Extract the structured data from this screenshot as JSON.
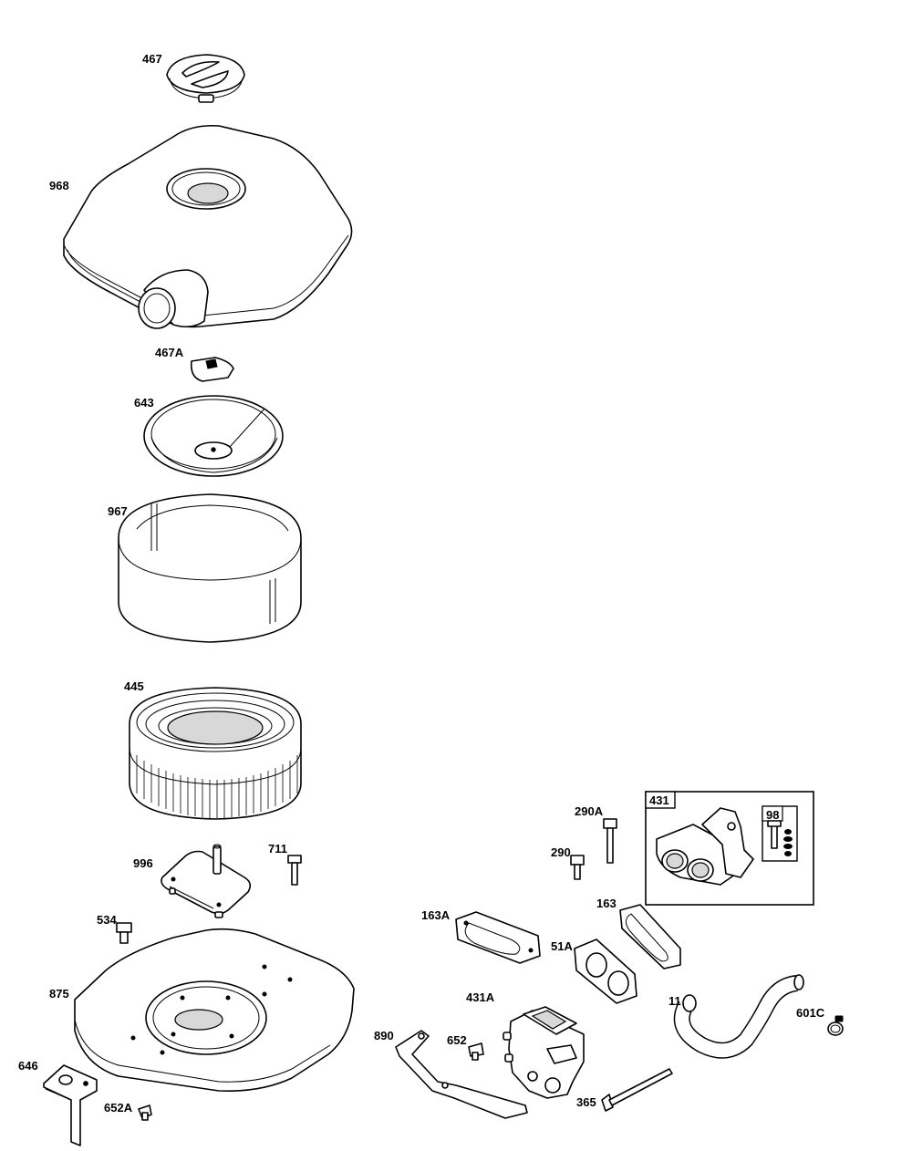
{
  "labels": {
    "p467": "467",
    "p968": "968",
    "p467A": "467A",
    "p643": "643",
    "p967": "967",
    "p445": "445",
    "p996": "996",
    "p711": "711",
    "p534": "534",
    "p875": "875",
    "p646": "646",
    "p652A": "652A",
    "p290A": "290A",
    "p290": "290",
    "p431": "431",
    "p98": "98",
    "p163A": "163A",
    "p163": "163",
    "p51A": "51A",
    "p431A": "431A",
    "p11": "11",
    "p601C": "601C",
    "p890": "890",
    "p652": "652",
    "p365": "365"
  }
}
